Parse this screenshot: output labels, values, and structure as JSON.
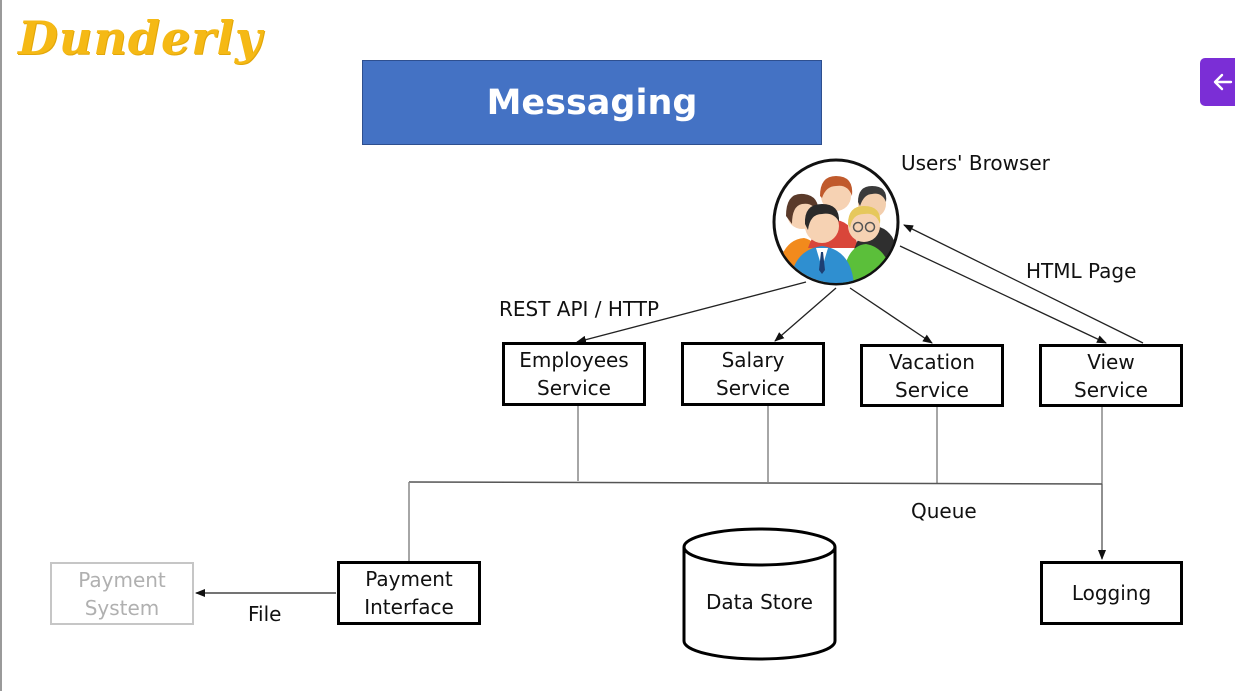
{
  "brand": {
    "logo_text": "Dunderly",
    "logo_color": "#f5b915"
  },
  "slide": {
    "title": "Messaging",
    "title_bg": "#4472c4"
  },
  "nav": {
    "back_icon": "arrow-left-icon",
    "tab_color": "#7b2ed6"
  },
  "diagram": {
    "users": {
      "label": "Users' Browser",
      "icon": "users-group-icon"
    },
    "edge_labels": {
      "rest": "REST API / HTTP",
      "html": "HTML Page",
      "queue": "Queue",
      "file": "File"
    },
    "services": {
      "employees": "Employees\nService",
      "salary": "Salary\nService",
      "vacation": "Vacation\nService",
      "view": "View\nService"
    },
    "payment_interface": "Payment\nInterface",
    "payment_system": "Payment\nSystem",
    "data_store": "Data Store",
    "logging": "Logging"
  }
}
